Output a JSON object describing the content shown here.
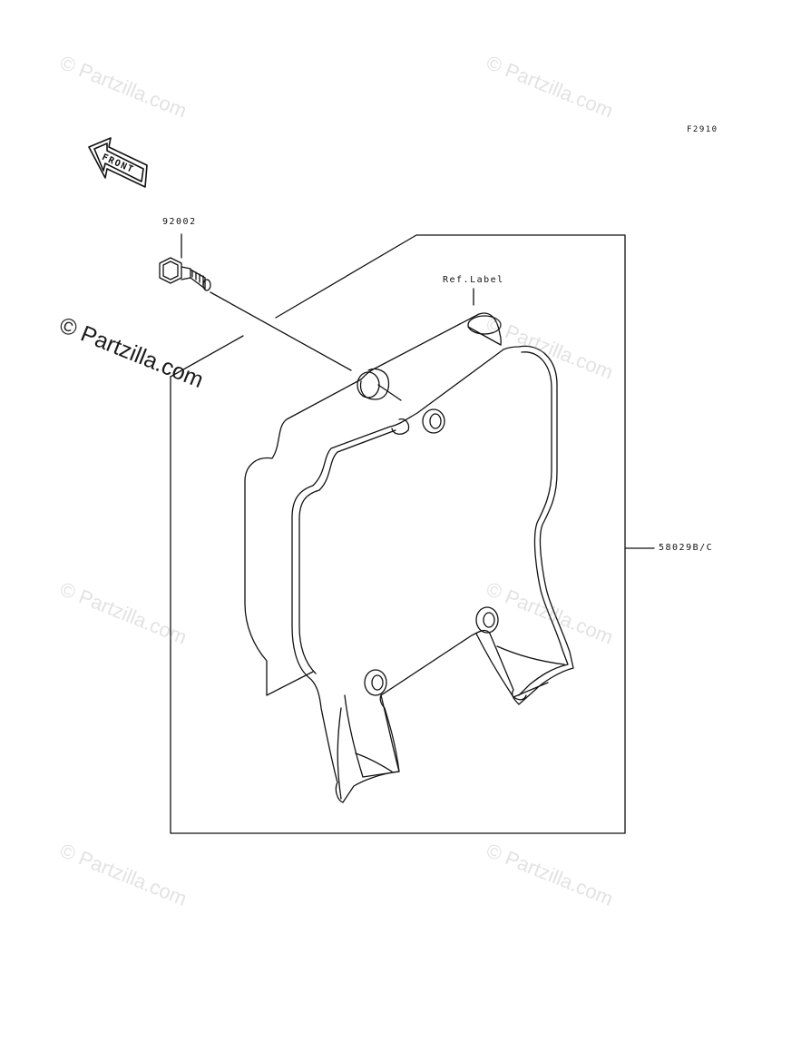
{
  "diagram_code": "F2910",
  "front_arrow_label": "FRONT",
  "parts": {
    "bolt": "92002",
    "ref_label": "Ref.Label",
    "cover": "58029B/C"
  },
  "watermark_text": "© Partzilla.com",
  "colors": {
    "ink": "#111111",
    "watermark": "#999999"
  }
}
